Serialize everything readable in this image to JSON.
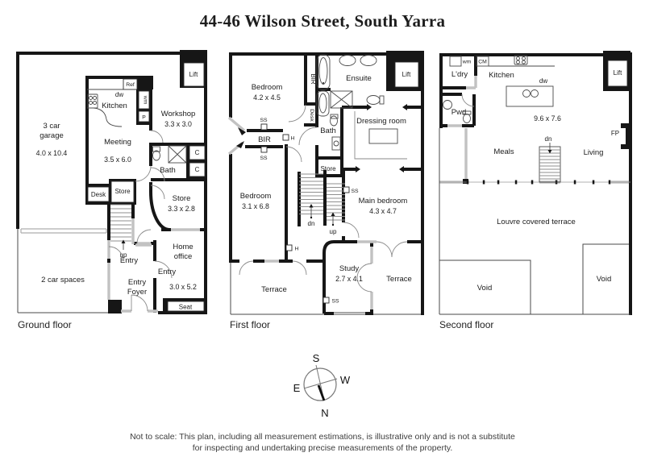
{
  "title": "44-46 Wilson Street, South Yarra",
  "floors": [
    {
      "name": "Ground floor",
      "labels": {
        "garage": [
          "3 car",
          "garage"
        ],
        "garage_dim": "4.0 x 10.4",
        "car_spaces": "2 car spaces",
        "kitchen": "Kitchen",
        "dw": "dw",
        "ref": "Ref",
        "wm": "wm",
        "p": "P",
        "lift": "Lift",
        "workshop": "Workshop",
        "workshop_dim": "3.3 x 3.0",
        "meeting": "Meeting",
        "meeting_dim": "3.5 x 6.0",
        "bath": "Bath",
        "c_top": "C",
        "c_bottom": "C",
        "desk": "Desk",
        "store_nook": "Store",
        "store": "Store",
        "store_dim": "3.3 x 2.8",
        "up": "up",
        "entry": "Entry",
        "entry2": "Entry",
        "entry_foyer": [
          "Entry",
          "Foyer"
        ],
        "home_office": [
          "Home",
          "office"
        ],
        "home_office_dim": "3.0 x 5.2",
        "seat": "Seat"
      }
    },
    {
      "name": "First floor",
      "labels": {
        "bedroom1": "Bedroom",
        "bedroom1_dim": "4.2 x 4.5",
        "bir_closet": "BIR",
        "desk": "Desk",
        "ensuite": "Ensuite",
        "lift": "Lift",
        "bath": "Bath",
        "dressing": "Dressing room",
        "bir": "BIR",
        "ss1": "SS",
        "ss2": "SS",
        "ss3": "SS",
        "ss4": "SS",
        "h1": "H",
        "h2": "H",
        "bedroom2": "Bedroom",
        "bedroom2_dim": "3.1 x 6.8",
        "store": "Store",
        "dn": "dn",
        "up": "up",
        "main_bedroom": "Main bedroom",
        "main_bedroom_dim": "4.3 x 4.7",
        "study": "Study",
        "study_dim": "2.7 x 4.1",
        "terrace_left": "Terrace",
        "terrace_right": "Terrace"
      }
    },
    {
      "name": "Second floor",
      "labels": {
        "wm": "wm",
        "cm": "CM",
        "ldry": "L'dry",
        "kitchen": "Kitchen",
        "dw": "dw",
        "lift": "Lift",
        "pwd": "Pwd",
        "dim": "9.6 x 7.6",
        "fp": "FP",
        "meals": "Meals",
        "living": "Living",
        "dn": "dn",
        "louvre": "Louvre covered terrace",
        "void_left": "Void",
        "void_right": "Void"
      }
    }
  ],
  "compass": {
    "n": "N",
    "s": "S",
    "e": "E",
    "w": "W"
  },
  "disclaimer": [
    "Not to scale: This plan, including all measurement estimations, is illustrative only and is not a substitute",
    "for inspecting and undertaking precise measurements of the property."
  ]
}
